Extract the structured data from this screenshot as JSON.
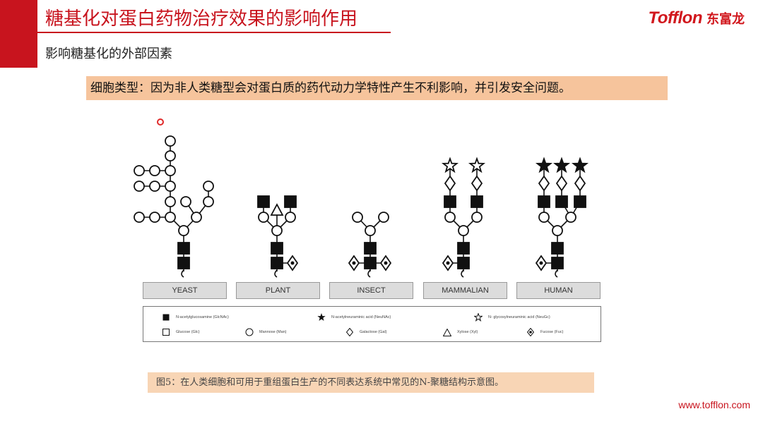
{
  "header": {
    "title": "糖基化对蛋白药物治疗效果的影响作用",
    "logo_en": "Tofflon",
    "logo_cn": "东富龙",
    "accent_color": "#c8141e"
  },
  "subtitle": "影响糖基化的外部因素",
  "highlight_text": "细胞类型：因为非人类糖型会对蛋白质的药代动力学特性产生不利影响，并引发安全问题。",
  "organisms": [
    "YEAST",
    "PLANT",
    "INSECT",
    "MAMMALIAN",
    "HUMAN"
  ],
  "legend": [
    {
      "symbol": "filled-square-icon",
      "label": "N-acetylglucosamine (GlcNAc)"
    },
    {
      "symbol": "filled-star-icon",
      "label": "N-acetylneuraminic acid (NeuNAc)"
    },
    {
      "symbol": "hollow-star-icon",
      "label": "N- glycosylneuraminic acid (NeuGc)"
    },
    {
      "symbol": "hollow-square-icon",
      "label": "Glucose (Glc)"
    },
    {
      "symbol": "hollow-circle-icon",
      "label": "Mannose (Man)"
    },
    {
      "symbol": "hollow-diamond-icon",
      "label": "Galactose (Gal)"
    },
    {
      "symbol": "hollow-triangle-icon",
      "label": "Xylose (Xyl)"
    },
    {
      "symbol": "dotted-diamond-icon",
      "label": "Fucose (Fuc)"
    }
  ],
  "caption": "图5：在人类细胞和可用于重组蛋白生产的不同表达系统中常见的N-聚糖结构示意图。",
  "footer_url": "www.tofflon.com"
}
